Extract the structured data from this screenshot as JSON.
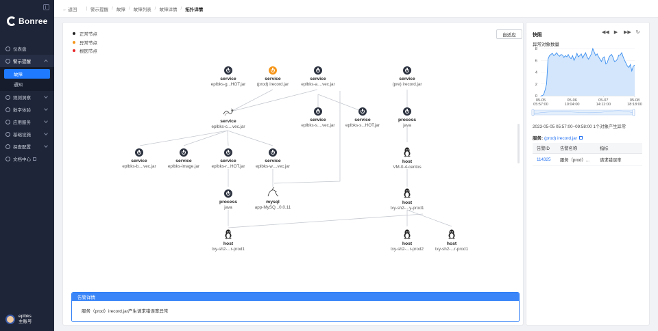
{
  "brand": {
    "name": "Bonree"
  },
  "sidebar": {
    "items": [
      {
        "label": "仪表盘",
        "icon": "dashboard-icon"
      },
      {
        "label": "警示提醒",
        "icon": "alert-icon",
        "open": true,
        "children": [
          {
            "label": "故障",
            "active": true
          },
          {
            "label": "通知",
            "active": false
          }
        ]
      },
      {
        "label": "观测洞察",
        "icon": "insight-icon"
      },
      {
        "label": "数字体验",
        "icon": "experience-icon"
      },
      {
        "label": "应用服务",
        "icon": "app-service-icon"
      },
      {
        "label": "基础设施",
        "icon": "infrastructure-icon"
      },
      {
        "label": "探查配置",
        "icon": "config-icon"
      },
      {
        "label": "文档中心",
        "icon": "doc-icon",
        "external": true
      }
    ],
    "user": {
      "name": "eplbks",
      "role": "主账号"
    }
  },
  "topbar": {
    "back": "返回",
    "breadcrumb": [
      "警示提醒",
      "故障",
      "故障列表",
      "故障详情",
      "拓扑详情"
    ]
  },
  "topology": {
    "legend": [
      {
        "label": "正常节点",
        "color": "#222222"
      },
      {
        "label": "异常节点",
        "color": "#f5961b"
      },
      {
        "label": "根因节点",
        "color": "#e8262b"
      }
    ],
    "fit_button": "自适应",
    "nodes": {
      "n1": {
        "title": "service",
        "sub": "eplbks-g...HOT.jar"
      },
      "n2": {
        "title": "service",
        "sub": "(prod) irecord.jar"
      },
      "n3": {
        "title": "service",
        "sub": "eplbks-a....vec.jar"
      },
      "n4": {
        "title": "service",
        "sub": "(pre) irecord.jar"
      },
      "n5": {
        "title": "service",
        "sub": "eplbks-c....vec.jar"
      },
      "n6": {
        "title": "service",
        "sub": "eplbks-s....vec.jar"
      },
      "n7": {
        "title": "service",
        "sub": "eplbks-s...HOT.jar"
      },
      "n8": {
        "title": "process",
        "sub": "java"
      },
      "n9": {
        "title": "service",
        "sub": "eplbks-b....vec.jar"
      },
      "n10": {
        "title": "service",
        "sub": "eplbks-image.jar"
      },
      "n11": {
        "title": "service",
        "sub": "eplbks-r...HOT.jar"
      },
      "n12": {
        "title": "service",
        "sub": "eplbks-w....vec.jar"
      },
      "n13": {
        "title": "host",
        "sub": "VM-0-4-centos"
      },
      "n14": {
        "title": "process",
        "sub": "java"
      },
      "n15": {
        "title": "mysql",
        "sub": "app-MySQ...0.0.11"
      },
      "n16": {
        "title": "host",
        "sub": "txy-sh2-...y-prod1"
      },
      "n17": {
        "title": "host",
        "sub": "txy-sh2-...r-prod1"
      },
      "n18": {
        "title": "host",
        "sub": "txy-sh2-...r-prod2"
      },
      "n19": {
        "title": "host",
        "sub": "txy-sh2-...r-prod1"
      }
    },
    "alarm": {
      "header": "告警详情",
      "text": "服务（prod）irecord.jar产生请求错误率异常"
    }
  },
  "snapshot": {
    "title": "快照",
    "chart_label": "异常对象数量",
    "range_text": "2023-05-05 05:57:00~09:58:00  1个对象产生异常",
    "service_label": "服务:",
    "service_link": "(prod) irecord.jar",
    "table": {
      "headers": [
        "告警ID",
        "告警名称",
        "指标"
      ],
      "rows": [
        {
          "id": "114325",
          "name": "服务（prod）...",
          "metric": "请求错误率"
        }
      ]
    }
  },
  "chart_data": {
    "type": "area",
    "title": "异常对象数量",
    "xlabel": "",
    "ylabel": "",
    "ylim": [
      0,
      8
    ],
    "y_ticks": [
      0,
      2,
      4,
      6,
      8
    ],
    "x_ticks": [
      "05-05\n05:57:00",
      "05-06\n10:04:00",
      "05-07\n14:11:00",
      "05-08\n18:18:00"
    ],
    "grid": true,
    "series": [
      {
        "values": [
          0,
          0,
          0.2,
          1,
          2,
          6.2,
          6.8,
          7,
          7.2,
          6.8,
          7,
          7.3,
          6.9,
          6.7,
          7,
          6.9,
          6.5,
          6.8,
          6.6,
          7,
          6.5,
          6.3,
          6.8,
          6,
          6.5,
          7.2,
          6.6,
          6.8,
          7.1,
          6.4,
          6.9,
          7.3,
          6.6,
          6.2,
          6.6,
          7.1,
          8,
          7.4,
          6.8,
          7.1,
          6.6,
          6.2,
          5.8,
          6.4,
          6.6,
          5.4,
          5.6,
          6.4,
          6.8,
          7,
          6.5,
          5.8,
          5.9,
          6.2,
          6.9,
          6.9,
          7.3,
          6.6,
          6,
          5.5,
          5,
          4.8,
          5.3,
          4.2,
          5,
          5.2
        ]
      }
    ]
  }
}
